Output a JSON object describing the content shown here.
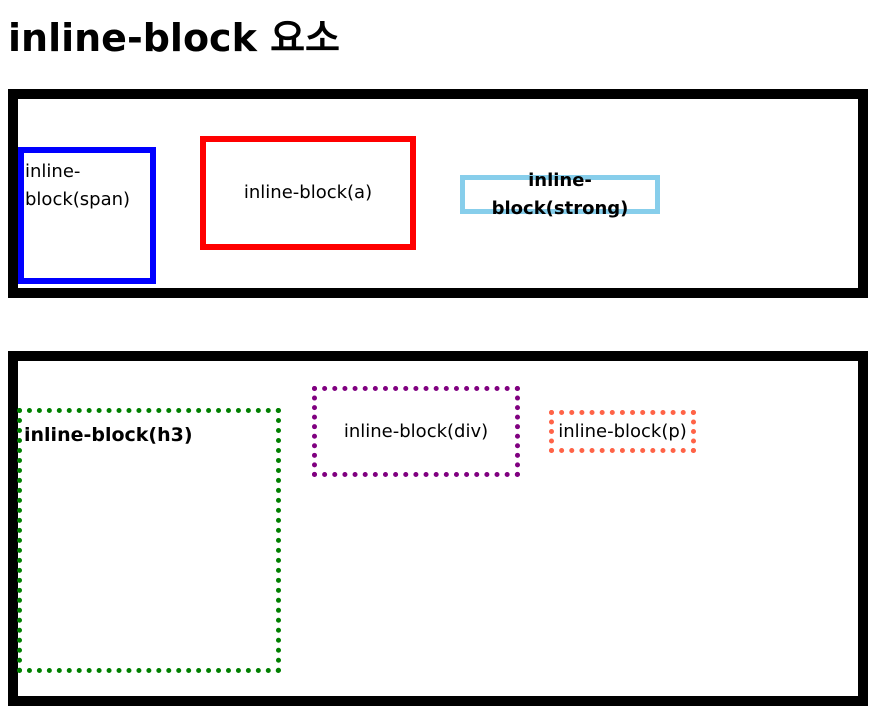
{
  "page": {
    "title": "inline-block 요소"
  },
  "section1": {
    "items": [
      {
        "label": "inline-block(span)",
        "line1": "inline-",
        "line2": "block(span)",
        "border_color": "#0000ff",
        "border_style": "solid"
      },
      {
        "label": "inline-block(a)",
        "border_color": "#ff0000",
        "border_style": "solid"
      },
      {
        "label": "inline-block(strong)",
        "border_color": "#87ceeb",
        "border_style": "solid"
      }
    ]
  },
  "section2": {
    "items": [
      {
        "label": "inline-block(h3)",
        "border_color": "#008000",
        "border_style": "dotted"
      },
      {
        "label": "inline-block(div)",
        "border_color": "#800080",
        "border_style": "dotted"
      },
      {
        "label": "inline-block(p)",
        "border_color": "#ff6347",
        "border_style": "dotted"
      }
    ]
  },
  "colors": {
    "container_border": "#000000",
    "background": "#ffffff"
  }
}
